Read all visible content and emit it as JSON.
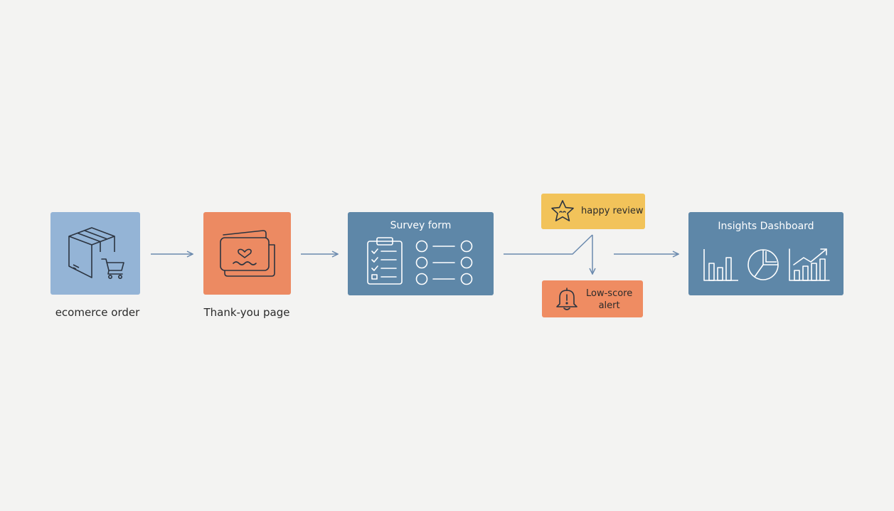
{
  "colors": {
    "background": "#f3f3f2",
    "order_fill": "#94b4d6",
    "thankyou_fill": "#ec8a62",
    "survey_fill": "#5e87a8",
    "happy_fill": "#f2c35a",
    "alert_fill": "#ef8c62",
    "dashboard_fill": "#5e87a8",
    "arrow": "#6b8aae",
    "icon_dark": "#2c3440",
    "icon_light": "#ffffff"
  },
  "nodes": {
    "order": {
      "caption": "ecomerce order",
      "icons": [
        "package-box-icon",
        "shopping-cart-icon"
      ]
    },
    "thankyou": {
      "caption": "Thank-you page",
      "icons": [
        "thank-you-card-icon"
      ]
    },
    "survey": {
      "title": "Survey form",
      "icons": [
        "clipboard-checklist-icon",
        "radio-options-icon"
      ]
    },
    "happy_review": {
      "label": "happy review",
      "icons": [
        "star-icon"
      ]
    },
    "low_score_alert": {
      "label_line1": "Low-score",
      "label_line2": "alert",
      "icons": [
        "bell-alert-icon"
      ]
    },
    "dashboard": {
      "title": "Insights Dashboard",
      "icons": [
        "bar-chart-icon",
        "pie-chart-icon",
        "trend-chart-icon"
      ]
    }
  }
}
